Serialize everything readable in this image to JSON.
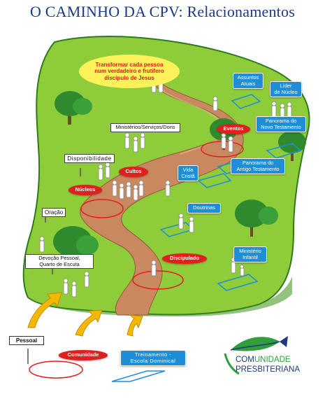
{
  "title": "O CAMINHO DA CPV: Relacionamentos",
  "goal": "Transformar cada pessoa\nnum verdadeiro e frutífero\ndiscípulo de Jesus",
  "white_labels": {
    "ministerios": "Ministérios/Serviços/Dons",
    "disponibilidade": "Disponibilidade",
    "oracao": "Oração",
    "devocao": "Devoção Pessoal,\nQuarto de Escuta",
    "pessoal": "Pessoal"
  },
  "red_labels": {
    "eventos": "Eventos",
    "cultos": "Cultos",
    "nucleos": "Núcleos",
    "discipulado": "Discipulado",
    "comunidade": "Comunidade"
  },
  "blue_labels": {
    "assuntos": "Assuntos\nAtuais",
    "lider": "Líder\nde Núcleo",
    "panorama_nt": "Panorama do\nNovo Testamento",
    "panorama_at": "Panorama do\nAntigo Testamento",
    "vida_crista": "Vida\nCristã",
    "doutrinas": "Doutrinas",
    "ministerio_infantil": "Ministério\nInfantil",
    "treinamento": "Treinamento -\nEscola Dominical"
  },
  "logo": {
    "part1": "COM",
    "part2": "UNIDADE",
    "part3": "PRESBITERIANA"
  },
  "colors": {
    "grass": "#8fcc3a",
    "path": "#c98860",
    "title": "#1a3a8a",
    "red": "#e01f1f",
    "blue": "#1e8fd6",
    "goal": "#fdf25a",
    "arrow": "#f5b800"
  },
  "icons": [
    "tree-icon",
    "person-figure-icon",
    "arrow-up-icon",
    "fish-logo-icon"
  ]
}
